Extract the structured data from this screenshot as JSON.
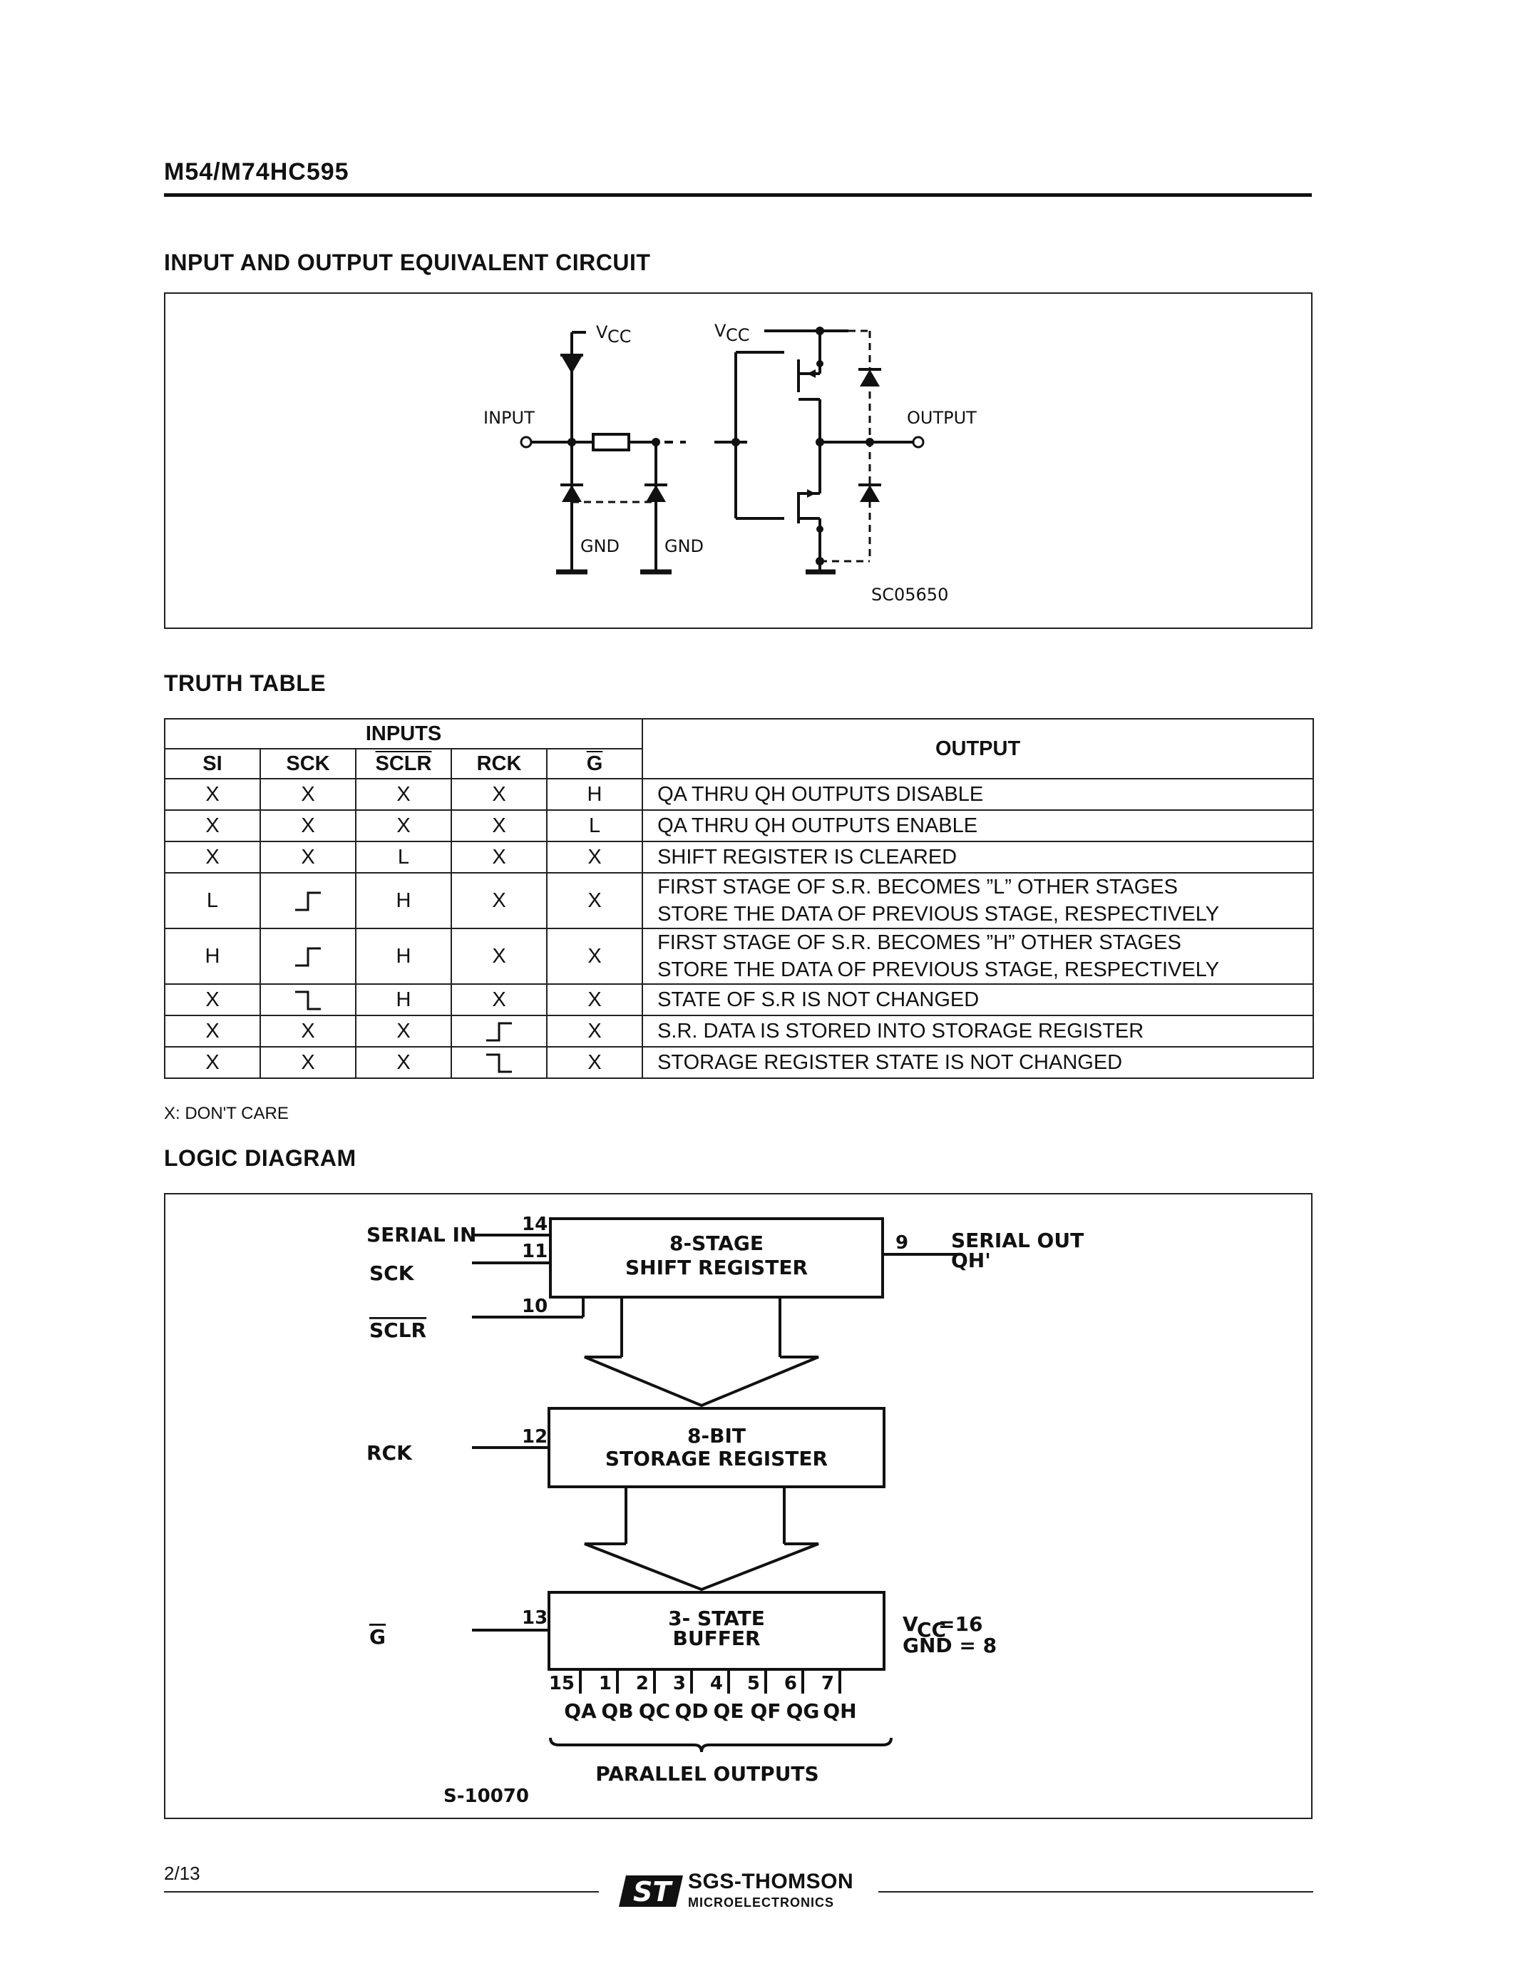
{
  "header": {
    "part_number": "M54/M74HC595"
  },
  "sections": {
    "circuit_title": "INPUT AND OUTPUT EQUIVALENT CIRCUIT",
    "truth_table_title": "TRUTH TABLE",
    "logic_title": "LOGIC DIAGRAM"
  },
  "circuit": {
    "vcc_left": "V",
    "vcc_left_sub": "CC",
    "vcc_right": "V",
    "vcc_right_sub": "CC",
    "input": "INPUT",
    "output": "OUTPUT",
    "gnd_1": "GND",
    "gnd_2": "GND",
    "code": "SC05650"
  },
  "truth_table": {
    "group_header": "INPUTS",
    "output_header": "OUTPUT",
    "columns": [
      "SI",
      "SCK",
      "SCLR",
      "RCK",
      "G"
    ],
    "overlined_columns": [
      "SCLR",
      "G"
    ],
    "rows": [
      {
        "si": "X",
        "sck": "X",
        "sclr": "X",
        "rck": "X",
        "g": "H",
        "output": [
          "QA THRU QH OUTPUTS DISABLE"
        ]
      },
      {
        "si": "X",
        "sck": "X",
        "sclr": "X",
        "rck": "X",
        "g": "L",
        "output": [
          "QA THRU QH OUTPUTS ENABLE"
        ]
      },
      {
        "si": "X",
        "sck": "X",
        "sclr": "L",
        "rck": "X",
        "g": "X",
        "output": [
          "SHIFT REGISTER IS CLEARED"
        ]
      },
      {
        "si": "L",
        "sck": "rising-edge",
        "sclr": "H",
        "rck": "X",
        "g": "X",
        "output": [
          "FIRST STAGE OF S.R. BECOMES ”L” OTHER STAGES",
          "STORE THE DATA OF PREVIOUS STAGE, RESPECTIVELY"
        ]
      },
      {
        "si": "H",
        "sck": "rising-edge",
        "sclr": "H",
        "rck": "X",
        "g": "X",
        "output": [
          "FIRST STAGE OF S.R. BECOMES ”H” OTHER STAGES",
          "STORE THE DATA OF PREVIOUS STAGE, RESPECTIVELY"
        ]
      },
      {
        "si": "X",
        "sck": "falling-edge",
        "sclr": "H",
        "rck": "X",
        "g": "X",
        "output": [
          "STATE OF S.R IS NOT CHANGED"
        ]
      },
      {
        "si": "X",
        "sck": "X",
        "sclr": "X",
        "rck": "rising-edge",
        "g": "X",
        "output": [
          "S.R. DATA IS STORED INTO STORAGE REGISTER"
        ]
      },
      {
        "si": "X",
        "sck": "X",
        "sclr": "X",
        "rck": "falling-edge",
        "g": "X",
        "output": [
          "STORAGE REGISTER STATE IS NOT CHANGED"
        ]
      }
    ],
    "note": "X: DON'T CARE"
  },
  "logic": {
    "serial_in": "SERIAL IN",
    "sck": "SCK",
    "sclr": "SCLR",
    "rck": "RCK",
    "g": "G",
    "pin_serial_in": "14",
    "pin_sck": "11",
    "pin_sclr": "10",
    "pin_rck": "12",
    "pin_g": "13",
    "pin_serial_out": "9",
    "shift_register_line1": "8-STAGE",
    "shift_register_line2": "SHIFT REGISTER",
    "storage_register_line1": "8-BIT",
    "storage_register_line2": "STORAGE REGISTER",
    "buffer_line1": "3- STATE",
    "buffer_line2": "BUFFER",
    "serial_out": "SERIAL OUT",
    "qh_prime": "QH'",
    "vcc": "V",
    "vcc_sub": "CC",
    "vcc_pin": "=16",
    "gnd_pin": "GND = 8",
    "output_pins": [
      "15",
      "1",
      "2",
      "3",
      "4",
      "5",
      "6",
      "7"
    ],
    "output_names": [
      "QA",
      "QB",
      "QC",
      "QD",
      "QE",
      "QF",
      "QG",
      "QH"
    ],
    "parallel_outputs": "PARALLEL OUTPUTS",
    "code": "S-10070"
  },
  "footer": {
    "page": "2/13",
    "company": "SGS-THOMSON",
    "division": "MICROELECTRONICS",
    "logo": "ST"
  }
}
